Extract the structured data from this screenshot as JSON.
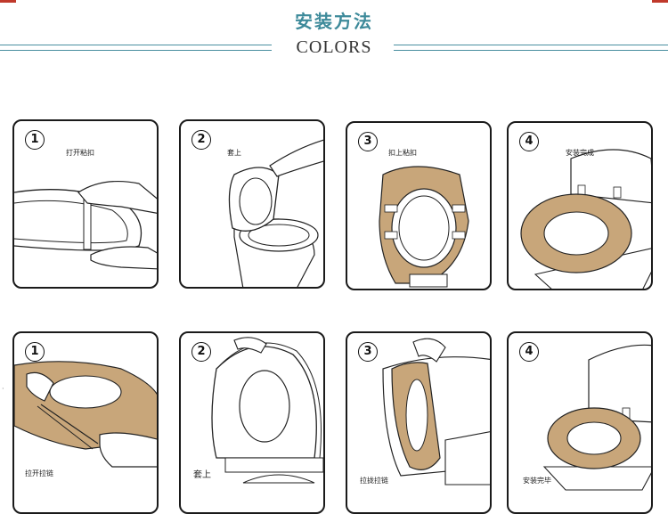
{
  "header": {
    "title": "安装方法",
    "subtitle": "COLORS"
  },
  "steps_top": [
    {
      "number": "1",
      "caption": "打开粘扣"
    },
    {
      "number": "2",
      "caption": "套上"
    },
    {
      "number": "3",
      "caption": "扣上粘扣"
    },
    {
      "number": "4",
      "caption": "安装完成"
    }
  ],
  "steps_bottom": [
    {
      "number": "1",
      "caption": "拉开拉链"
    },
    {
      "number": "2",
      "caption": "套上"
    },
    {
      "number": "3",
      "caption": "拉拢拉链"
    },
    {
      "number": "4",
      "caption": "安装完毕"
    }
  ],
  "colors": {
    "accent": "#3d8a9a",
    "cover": "#c8a67a",
    "outline": "#1a1a1a"
  }
}
